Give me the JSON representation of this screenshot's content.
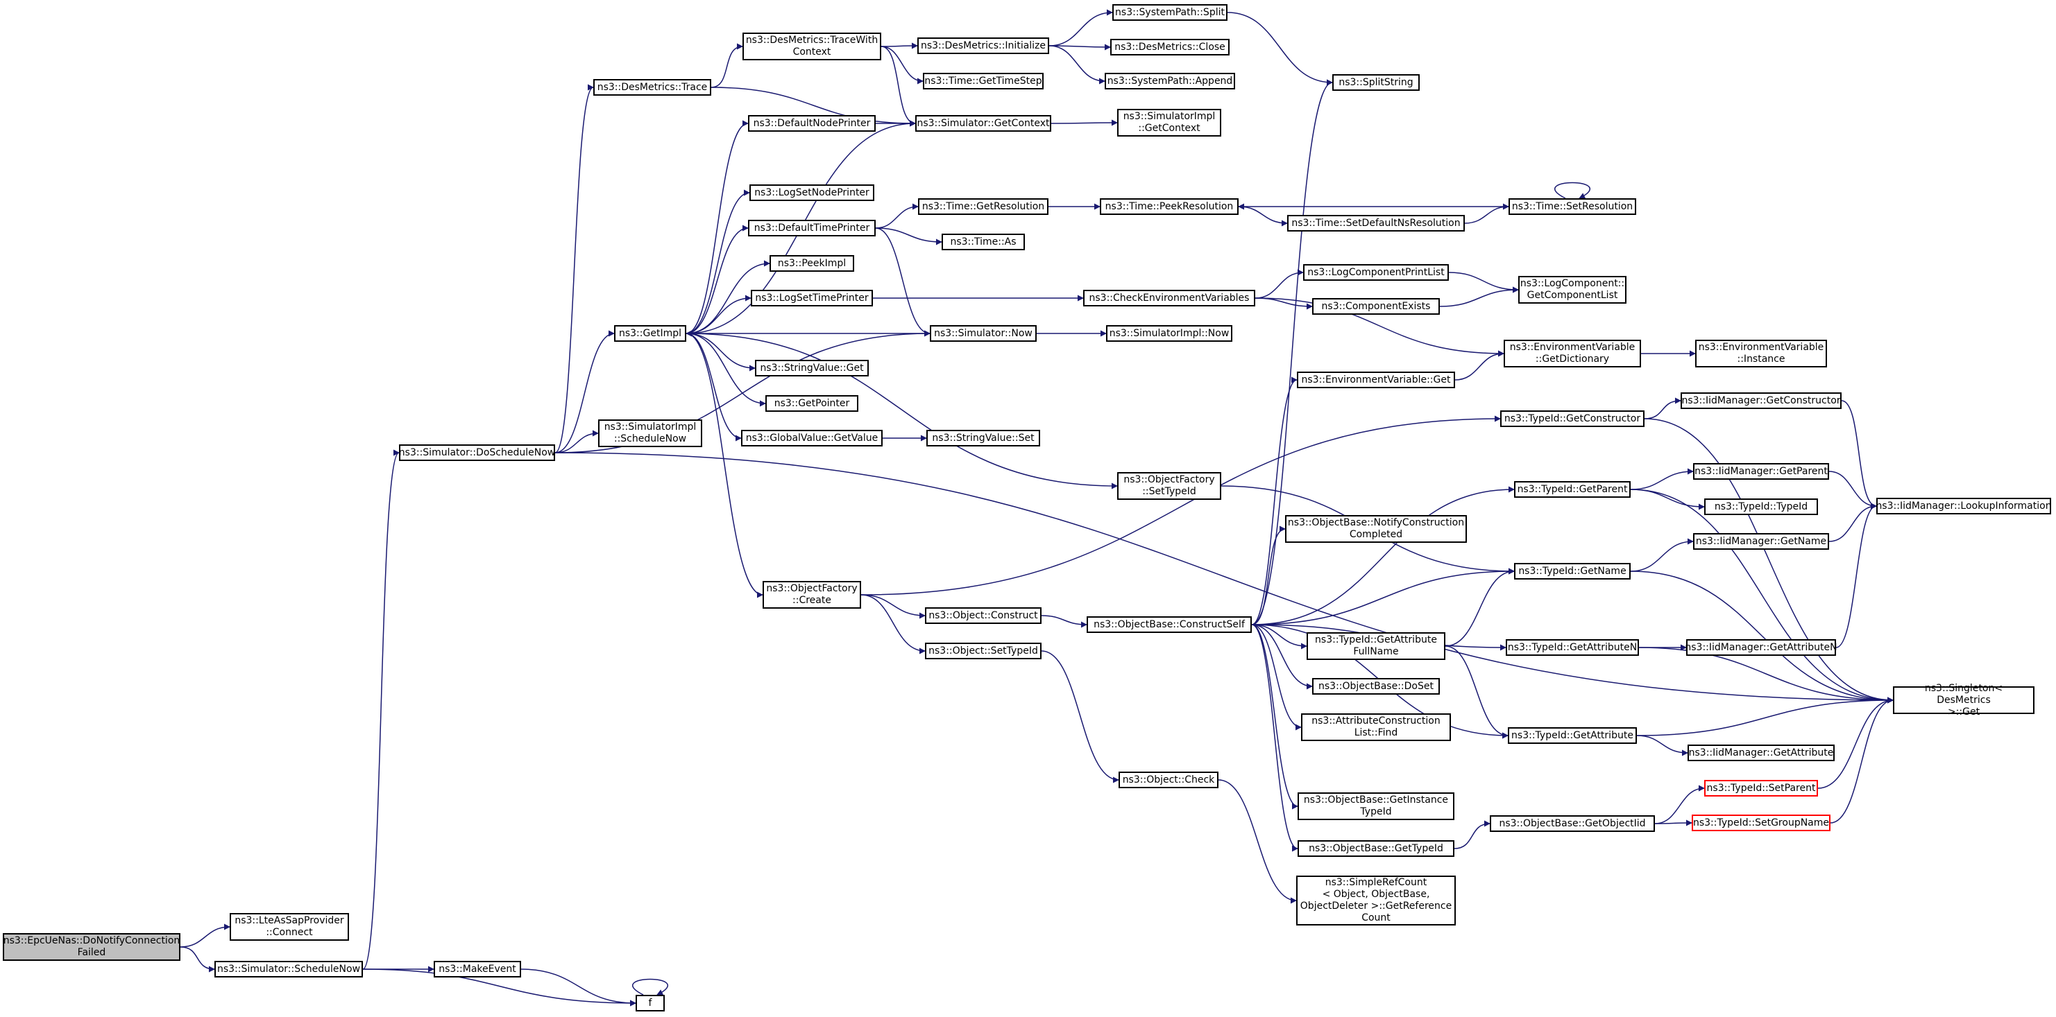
{
  "colors": {
    "edge": "#191970",
    "node_border": "#000000",
    "root_fill": "#bfbfbf",
    "truncated_border": "#ff0000"
  },
  "nodes": {
    "n_root": "ns3::EpcUeNas::DoNotifyConnection\nFailed",
    "n_ltesap": "ns3::LteAsSapProvider\n::Connect",
    "n_schednow": "ns3::Simulator::ScheduleNow",
    "n_dosched": "ns3::Simulator::DoScheduleNow",
    "n_makeevent": "ns3::MakeEvent",
    "n_f": "f",
    "n_trace": "ns3::DesMetrics::Trace",
    "n_getimpl": "ns3::GetImpl",
    "n_simimpl_sched": "ns3::SimulatorImpl\n::ScheduleNow",
    "n_tracewc": "ns3::DesMetrics::TraceWith\nContext",
    "n_dnp": "ns3::DefaultNodePrinter",
    "n_lsnp": "ns3::LogSetNodePrinter",
    "n_dtp": "ns3::DefaultTimePrinter",
    "n_peekimpl": "ns3::PeekImpl",
    "n_lstp": "ns3::LogSetTimePrinter",
    "n_svget": "ns3::StringValue::Get",
    "n_getptr": "ns3::GetPointer",
    "n_gvgetval": "ns3::GlobalValue::GetValue",
    "n_ofcreate": "ns3::ObjectFactory\n::Create",
    "n_dminit": "ns3::DesMetrics::Initialize",
    "n_gettimestep": "ns3::Time::GetTimeStep",
    "n_getcontext": "ns3::Simulator::GetContext",
    "n_getres": "ns3::Time::GetResolution",
    "n_timeas": "ns3::Time::As",
    "n_simnow": "ns3::Simulator::Now",
    "n_svset": "ns3::StringValue::Set",
    "n_objconstruct": "ns3::Object::Construct",
    "n_objsettid": "ns3::Object::SetTypeId",
    "n_spsplit": "ns3::SystemPath::Split",
    "n_dmclose": "ns3::DesMetrics::Close",
    "n_spappend": "ns3::SystemPath::Append",
    "n_simimpl_ctx": "ns3::SimulatorImpl\n::GetContext",
    "n_peekres": "ns3::Time::PeekResolution",
    "n_checkenv": "ns3::CheckEnvironmentVariables",
    "n_simimpl_now": "ns3::SimulatorImpl::Now",
    "n_ofsettid": "ns3::ObjectFactory\n::SetTypeId",
    "n_obconstructself": "ns3::ObjectBase::ConstructSelf",
    "n_objcheck": "ns3::Object::Check",
    "n_splitstring": "ns3::SplitString",
    "n_setdefaultns": "ns3::Time::SetDefaultNsResolution",
    "n_lcprintlist": "ns3::LogComponentPrintList",
    "n_compexists": "ns3::ComponentExists",
    "n_evget": "ns3::EnvironmentVariable::Get",
    "n_obnotify": "ns3::ObjectBase::NotifyConstruction\nCompleted",
    "n_tidgetattrfull": "ns3::TypeId::GetAttribute\nFullName",
    "n_obdoset": "ns3::ObjectBase::DoSet",
    "n_acfind": "ns3::AttributeConstruction\nList::Find",
    "n_obgetinst": "ns3::ObjectBase::GetInstance\nTypeId",
    "n_obgettid": "ns3::ObjectBase::GetTypeId",
    "n_srcgetref": "ns3::SimpleRefCount\n< Object, ObjectBase,\n ObjectDeleter >::GetReference\nCount",
    "n_setres": "ns3::Time::SetResolution",
    "n_lcgetlist": "ns3::LogComponent::\nGetComponentList",
    "n_evgetdict": "ns3::EnvironmentVariable\n::GetDictionary",
    "n_tidgetctor": "ns3::TypeId::GetConstructor",
    "n_tidgetparent": "ns3::TypeId::GetParent",
    "n_tidgetname": "ns3::TypeId::GetName",
    "n_tidgetattrn": "ns3::TypeId::GetAttributeN",
    "n_tidgetattr": "ns3::TypeId::GetAttribute",
    "n_obgetoiid": "ns3::ObjectBase::GetObjectIid",
    "n_evinstance": "ns3::EnvironmentVariable\n::Instance",
    "n_iidgetctor": "ns3::IidManager::GetConstructor",
    "n_iidgetparent": "ns3::IidManager::GetParent",
    "n_tidtypeid": "ns3::TypeId::TypeId",
    "n_iidgetname": "ns3::IidManager::GetName",
    "n_iidgetattrn": "ns3::IidManager::GetAttributeN",
    "n_iidgetattr": "ns3::IidManager::GetAttribute",
    "n_tidsetparent": "ns3::TypeId::SetParent",
    "n_tidsetgroup": "ns3::TypeId::SetGroupName",
    "n_iidlookup": "ns3::IidManager::LookupInformation",
    "n_singleton": "ns3::Singleton< DesMetrics\n >::Get"
  }
}
